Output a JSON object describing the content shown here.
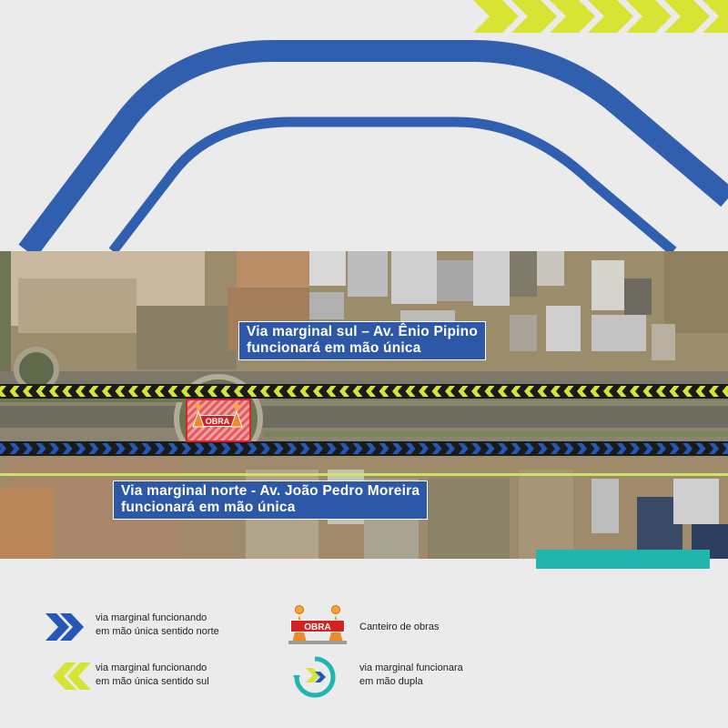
{
  "map": {
    "labels": {
      "south_line1": "Via marginal sul – Av. Ênio Pipino",
      "south_line2": "funcionará em mão única",
      "north_line1": "Via marginal norte - Av. João Pedro Moreira",
      "north_line2": "funcionará em mão única"
    },
    "construction_sign": "OBRA"
  },
  "legend": {
    "north": {
      "line1": "via marginal funcionando",
      "line2": "em mão única sentido norte"
    },
    "south": {
      "line1": "via marginal funcionando",
      "line2": "em mão única sentido sul"
    },
    "works": {
      "line1": "Canteiro de obras",
      "sign": "OBRA"
    },
    "dual": {
      "line1": "via marginal funcionara",
      "line2": "em mão dupla"
    }
  },
  "colors": {
    "background": "#ebebeb",
    "brand_blue": "#2d58a8",
    "arrow_blue": "#2457b7",
    "arrow_yellow": "#d7e433",
    "teal": "#21b5b0",
    "construction_red": "#e02222",
    "construction_orange": "#f08a24"
  },
  "icons": [
    "blue-chevron-arrow-icon",
    "yellow-chevron-arrow-icon",
    "construction-barrier-icon",
    "dual-direction-icon"
  ]
}
